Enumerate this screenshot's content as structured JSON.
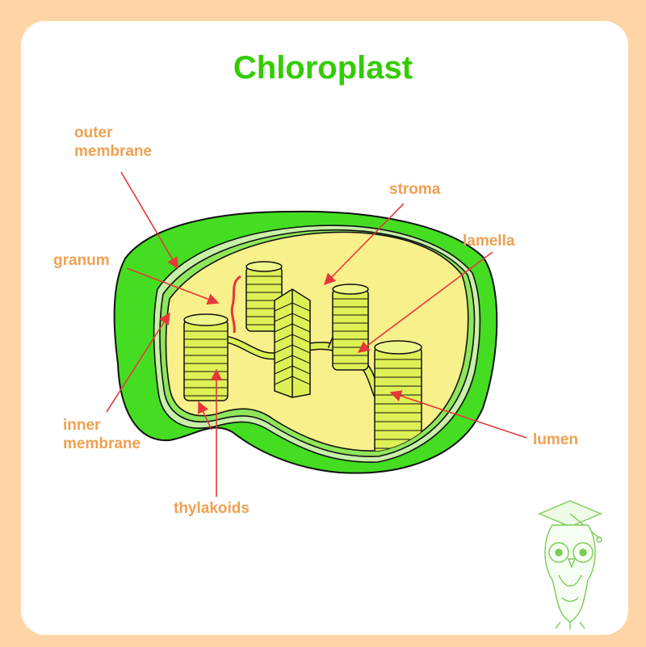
{
  "title": "Chloroplast",
  "labels": {
    "outer_membrane_line1": "outer",
    "outer_membrane_line2": "membrane",
    "stroma": "stroma",
    "lamella": "lamella",
    "granum": "granum",
    "inner_membrane_line1": "inner",
    "inner_membrane_line2": "membrane",
    "thylakoids": "thylakoids",
    "lumen": "lumen"
  },
  "colors": {
    "page_border": "#ffd4a6",
    "card": "#ffffff",
    "title": "#33cc00",
    "label": "#f0a050",
    "arrow": "#e8363a",
    "outer_membrane": "#44dd22",
    "membrane_light": "#c8f0a8",
    "inner_membrane": "#8ee65a",
    "stroma": "#f8f08a",
    "granum": "#ddf055",
    "owl": "#7acc55"
  },
  "icons": {
    "mascot": "owl-graduate-icon"
  }
}
